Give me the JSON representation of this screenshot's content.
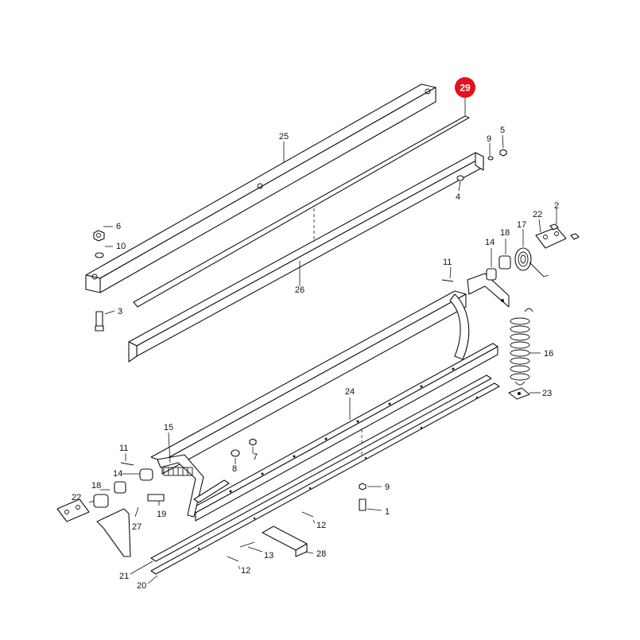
{
  "highlight": {
    "number": "29",
    "color": "#e3121b"
  },
  "labels": {
    "l25": "25",
    "l5a": "5",
    "l9a": "9",
    "l4": "4",
    "l6": "6",
    "l10": "10",
    "l3": "3",
    "l26": "26",
    "l2a": "2",
    "l22a": "22",
    "l17": "17",
    "l18a": "18",
    "l14a": "14",
    "l11a": "11",
    "l16": "16",
    "l23": "23",
    "l24": "24",
    "l15": "15",
    "l11b": "11",
    "l7": "7",
    "l8": "8",
    "l14b": "14",
    "l18b": "18",
    "l22b": "22",
    "l27": "27",
    "l19": "19",
    "l9b": "9",
    "l1": "1",
    "l12a": "12",
    "l13": "13",
    "l28": "28",
    "l12b": "12",
    "l21": "21",
    "l20": "20"
  }
}
